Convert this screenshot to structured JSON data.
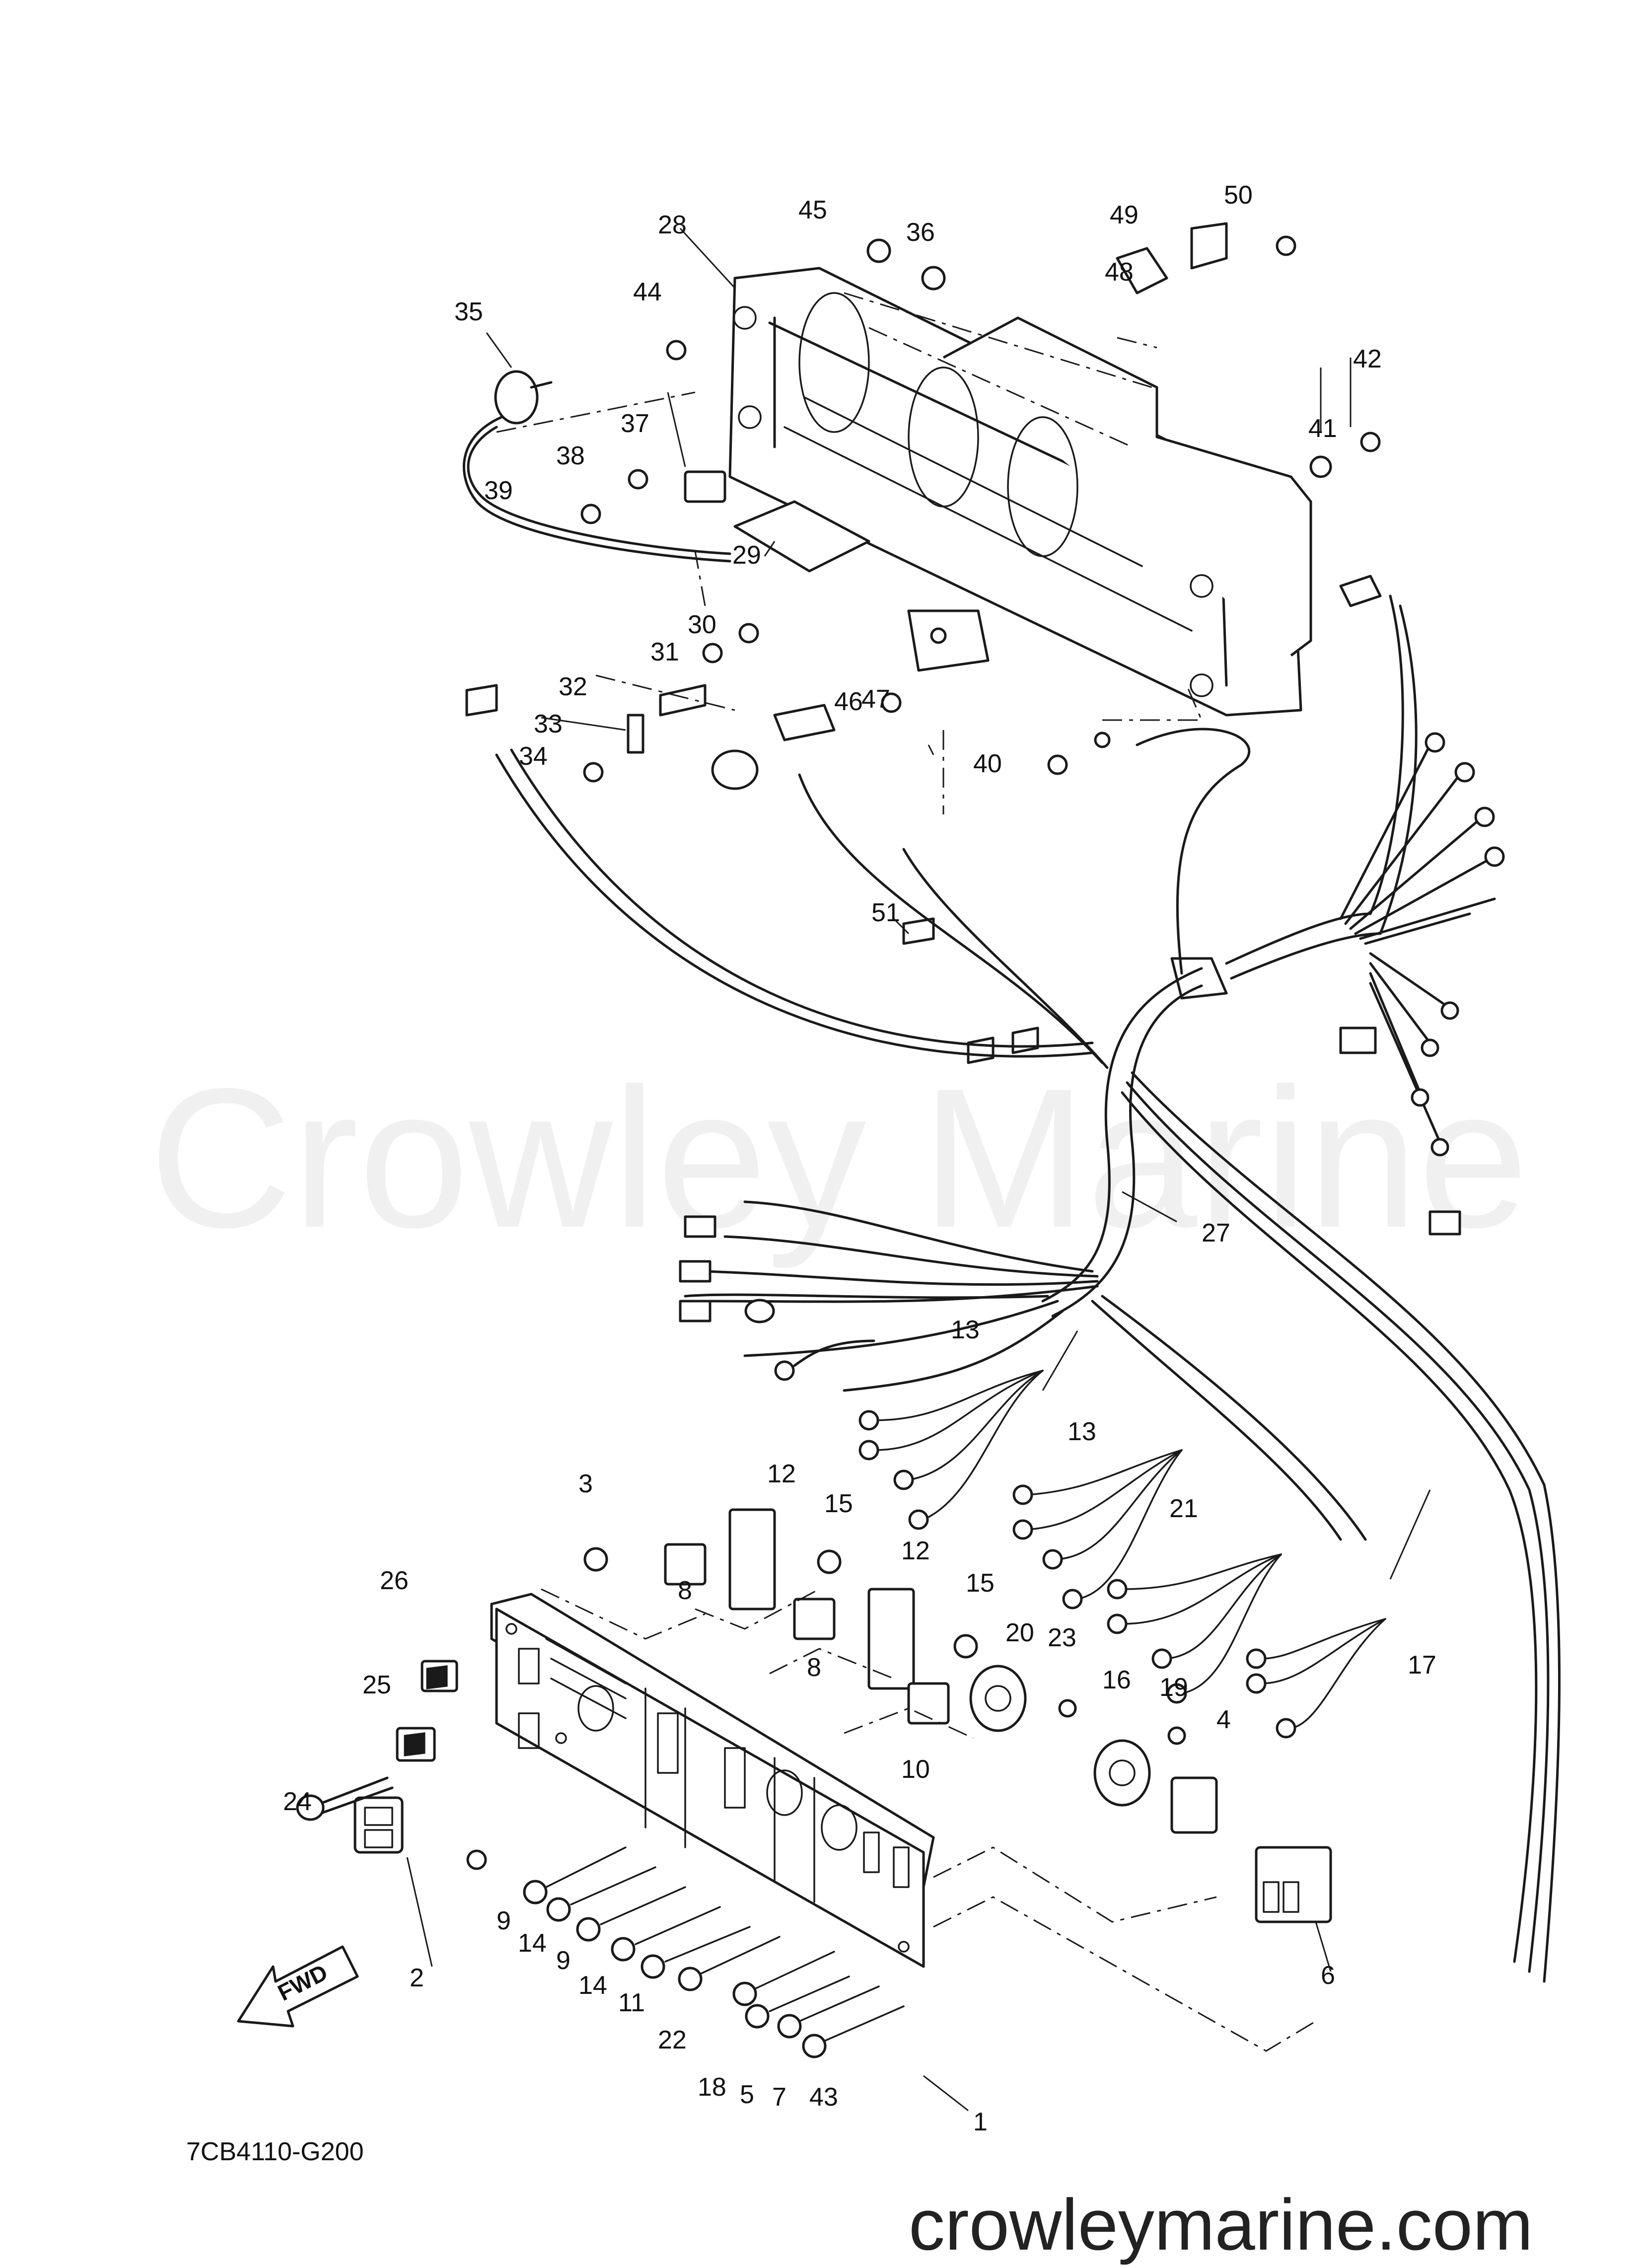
{
  "watermark": "Crowley Marine",
  "diagram_code": "7CB4110-G200",
  "site_url": "crowleymarine.com",
  "fwd_label": "FWD",
  "callouts": [
    "1",
    "2",
    "3",
    "4",
    "5",
    "6",
    "7",
    "8",
    "8",
    "9",
    "9",
    "10",
    "11",
    "12",
    "12",
    "13",
    "13",
    "14",
    "14",
    "15",
    "15",
    "16",
    "17",
    "18",
    "19",
    "20",
    "21",
    "22",
    "23",
    "24",
    "25",
    "26",
    "27",
    "28",
    "29",
    "30",
    "31",
    "32",
    "33",
    "34",
    "35",
    "36",
    "37",
    "38",
    "39",
    "40",
    "41",
    "42",
    "43",
    "44",
    "45",
    "46",
    "47",
    "48",
    "49",
    "50",
    "51"
  ]
}
